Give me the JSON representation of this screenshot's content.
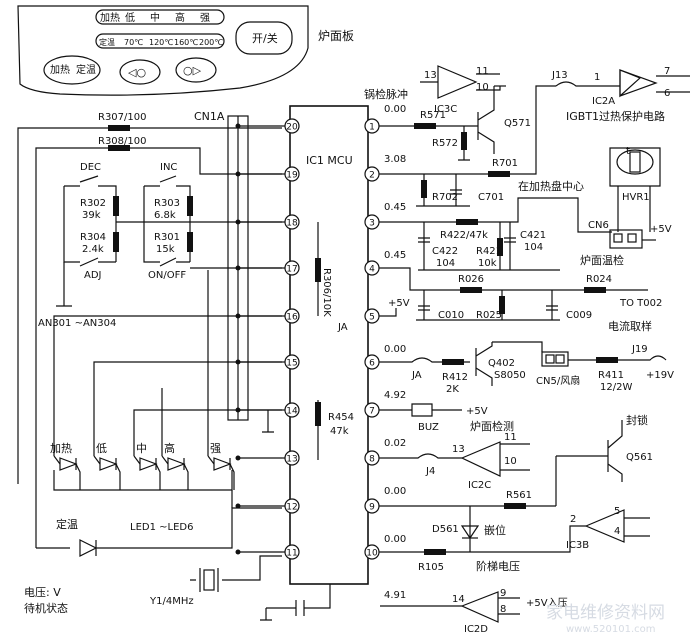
{
  "panel": {
    "indicator_labels": [
      "加热",
      "低",
      "中",
      "高",
      "强"
    ],
    "temp_row": [
      "定温",
      "70℃",
      "120℃",
      "160℃",
      "200℃"
    ],
    "power_button": "开/关",
    "left_buttons": [
      "加热",
      "定温"
    ],
    "caption": "炉面板"
  },
  "mcu": {
    "label": "IC1 MCU",
    "connector": "CN1A",
    "pins": [
      "1",
      "2",
      "3",
      "4",
      "5",
      "6",
      "7",
      "8",
      "9",
      "10",
      "11",
      "12",
      "13",
      "14",
      "15",
      "16",
      "17",
      "18",
      "19",
      "20"
    ],
    "voltages": [
      "0.00",
      "3.08",
      "0.45",
      "0.45",
      "0.00",
      "4.92",
      "0.02",
      "0.00",
      "0.00",
      "4.91"
    ]
  },
  "components": {
    "r307": "R307/100",
    "r308": "R308/100",
    "dec": "DEC",
    "inc": "INC",
    "r302": "R302",
    "r302_val": "39k",
    "r304": "R304",
    "r304_val": "2.4k",
    "r303": "R303",
    "r303_val": "6.8k",
    "r301": "R301",
    "r301_val": "15k",
    "adj": "ADJ",
    "onoff": "ON/OFF",
    "an": "AN301 ~AN304",
    "r306": "R306/10K",
    "r454": "R454",
    "r454_val": "47k",
    "ja1": "JA",
    "ja2": "JA",
    "j4": "J4",
    "leds_label": "LED1 ~LED6",
    "led_names": [
      "加热",
      "低",
      "中",
      "高",
      "强"
    ],
    "led_dingwen": "定温",
    "crystal": "Y1/4MHz",
    "ic3c": "IC3C",
    "ic3c_pins": [
      "13",
      "11",
      "10"
    ],
    "r571": "R571",
    "r572": "R572",
    "q571": "Q571",
    "r701": "R701",
    "r702": "R702",
    "c701": "C701",
    "pulse": "锅检脉冲",
    "j13": "J13",
    "ic2a": "IC2A",
    "ic2a_pins": [
      "1",
      "7",
      "6"
    ],
    "igbt": "IGBT1过热保护电路",
    "hvr1": "HVR1",
    "center": "在加热盘中心",
    "r422": "R422/47k",
    "c422": "C422",
    "c422_val": "104",
    "r421": "R421",
    "r421_val": "10k",
    "c421": "C421",
    "c421_val": "104",
    "cn6": "CN6",
    "plus5_1": "+5V",
    "stove_temp": "炉面温检",
    "r026": "R026",
    "r024": "R024",
    "t002": "TO T002",
    "c010": "C010",
    "r025": "R025",
    "c009": "C009",
    "current": "电流取样",
    "plus5_2": "+5V",
    "r412": "R412",
    "r412_val": "2K",
    "q402": "Q402",
    "s8050": "S8050",
    "cn5": "CN5/风扇",
    "r411": "R411",
    "r411_val": "12/2W",
    "j19": "J19",
    "plus19": "+19V",
    "buz": "BUZ",
    "plus5_3": "+5V",
    "stove_detect": "炉面检测",
    "ic2c": "IC2C",
    "ic2c_pins": [
      "13",
      "11",
      "10"
    ],
    "lock": "封锁",
    "q561": "Q561",
    "r561": "R561",
    "d561": "D561",
    "clamp": "嵌位",
    "ic3b": "IC3B",
    "ic3b_pins": [
      "2",
      "5",
      "4"
    ],
    "r105": "R105",
    "step": "阶梯电压",
    "ic2d": "IC2D",
    "ic2d_pins": [
      "14",
      "9",
      "8"
    ],
    "plus5_4": "+5V入压"
  },
  "footer": {
    "unit": "电压: V",
    "state": "待机状态"
  },
  "watermark": {
    "brand": "家电维修资料网",
    "url": "www.520101.com"
  }
}
